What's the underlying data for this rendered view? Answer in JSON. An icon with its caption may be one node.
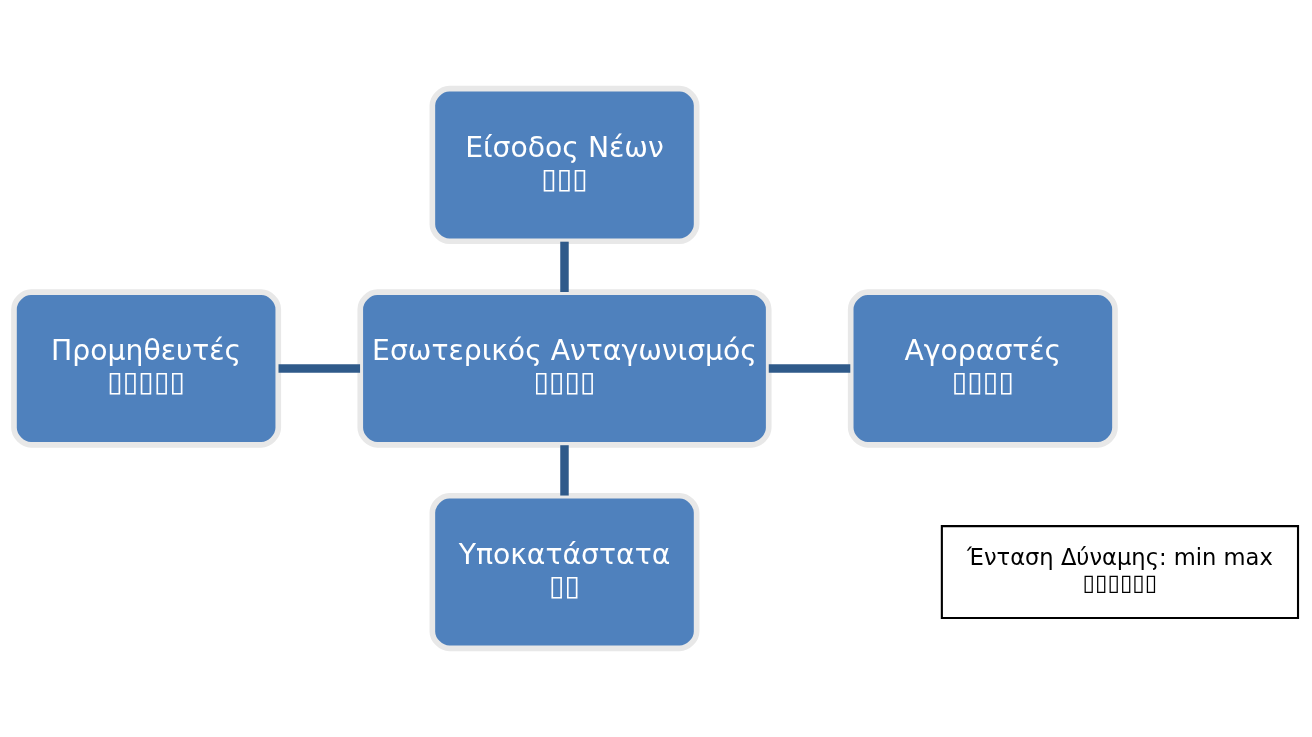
{
  "diagram": {
    "nodes": [
      {
        "text": [
          "Είσοδος Νέων",
          "▯▯▯"
        ]
      },
      {
        "text": [
          "Προμηθευτές",
          "▯▯▯▯▯"
        ]
      },
      {
        "text": [
          "Εσωτερικός Ανταγωνισμός",
          "▯▯▯▯"
        ]
      },
      {
        "text": [
          "Αγοραστές",
          "▯▯▯▯"
        ]
      },
      {
        "text": [
          "Υποκατάστατα",
          "▯▯"
        ]
      },
      {
        "text": [
          "Ένταση Δύναμης: min max",
          "▯▯▯▯▯▯"
        ]
      }
    ],
    "edges": [
      {
        "from": 0,
        "to": 2,
        "arrow": "none"
      },
      {
        "from": 1,
        "to": 2,
        "arrow": "none"
      },
      {
        "from": 2,
        "to": 3,
        "arrow": "none"
      },
      {
        "from": 2,
        "to": 4,
        "arrow": "none"
      }
    ]
  }
}
